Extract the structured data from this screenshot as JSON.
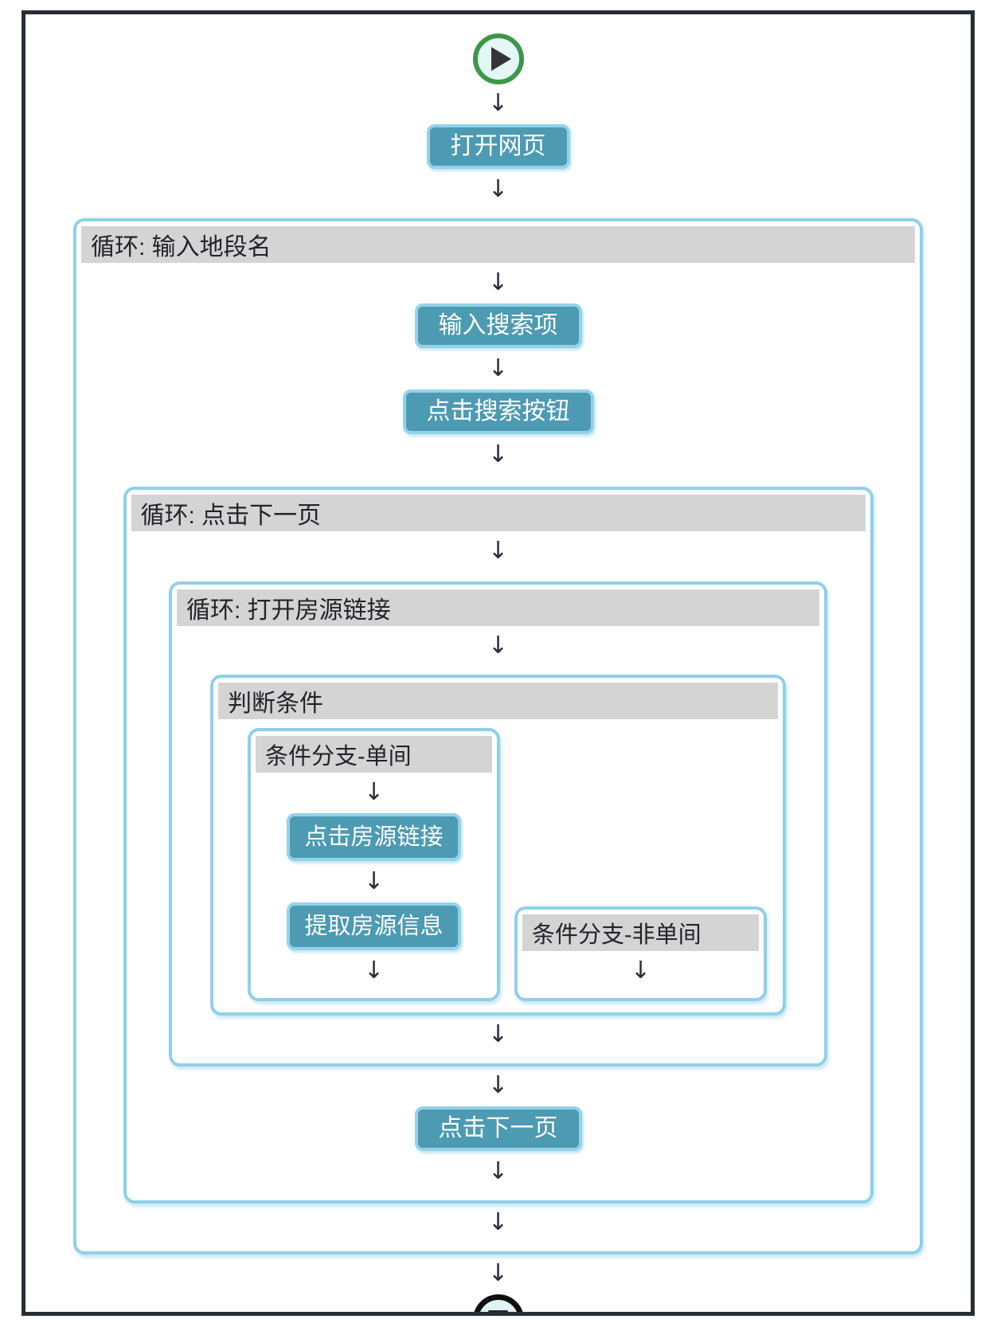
{
  "workflow": {
    "start": {
      "icon": "play-icon"
    },
    "end": {
      "icon": "stop-icon"
    },
    "arrow_glyph": "↓",
    "nodes": {
      "open_webpage": {
        "type": "action",
        "label": "打开网页"
      },
      "loop_input_location": {
        "type": "loop",
        "label": "循环: 输入地段名"
      },
      "enter_search_term": {
        "type": "action",
        "label": "输入搜索项"
      },
      "click_search_button": {
        "type": "action",
        "label": "点击搜索按钮"
      },
      "loop_click_next_page": {
        "type": "loop",
        "label": "循环: 点击下一页"
      },
      "loop_open_listing_links": {
        "type": "loop",
        "label": "循环: 打开房源链接"
      },
      "condition": {
        "type": "condition",
        "label": "判断条件"
      },
      "branch_single_room": {
        "type": "branch",
        "label": "条件分支-单间"
      },
      "click_listing_link": {
        "type": "action",
        "label": "点击房源链接"
      },
      "extract_listing_info": {
        "type": "action",
        "label": "提取房源信息"
      },
      "branch_not_single_room": {
        "type": "branch",
        "label": "条件分支-非单间"
      },
      "click_next_page": {
        "type": "action",
        "label": "点击下一页"
      }
    }
  },
  "colors": {
    "action_bg": "#4d9ab3",
    "action_border": "#93d2ea",
    "container_border": "#8fd0ea",
    "header_bg": "#d4d4d4",
    "header_text": "#23232b",
    "arrow": "#2c2c3a",
    "start_ring_green": "#3d9749",
    "end_ring_black": "#0f0f10",
    "frame_border": "#272d35"
  }
}
